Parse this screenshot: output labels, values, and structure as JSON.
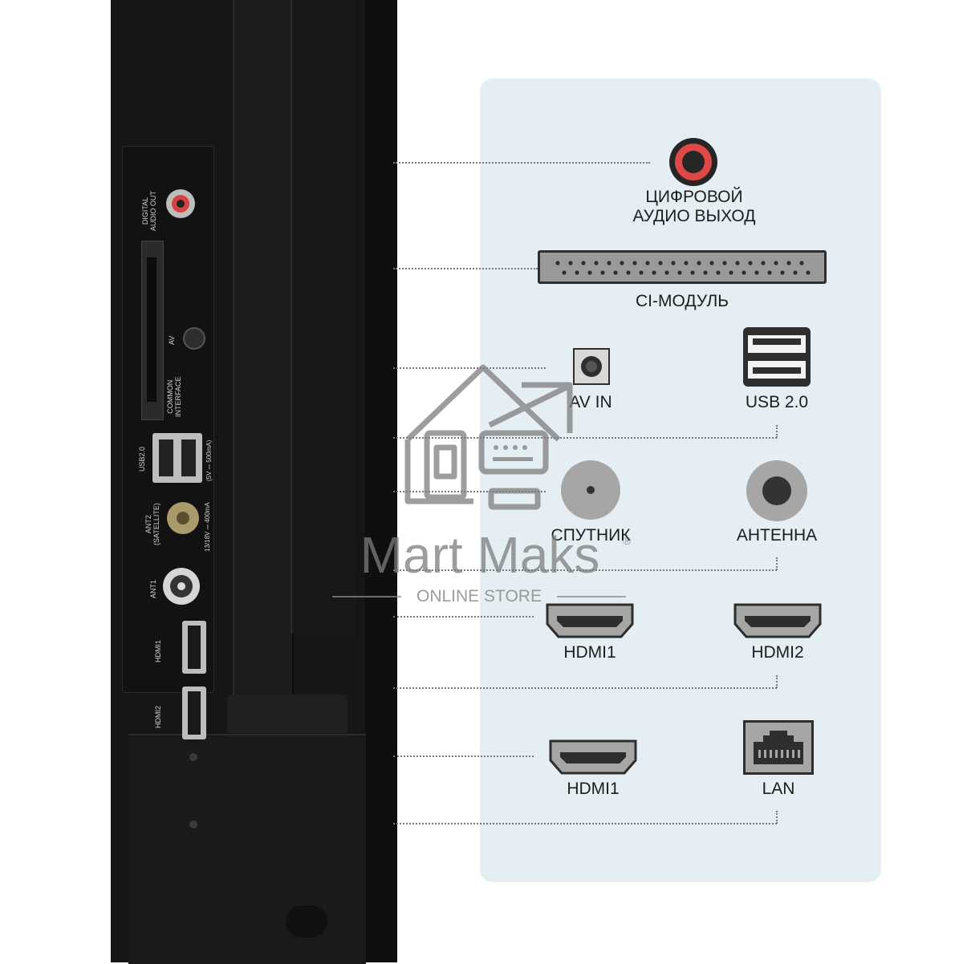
{
  "tv_panel_labels": {
    "digital_audio_out": "DIGITAL\nAUDIO OUT",
    "av": "AV",
    "common_interface": "COMMON\nINTERFACE",
    "usb": "USB2.0",
    "usb_spec": "(5V ⎓ 500mA)",
    "ant2": "ANT2\n(SATELLITE)",
    "ant2_spec": "13/18V ⎓ 400mA",
    "ant1": "ANT1",
    "hdmi1": "HDMI1",
    "hdmi2": "HDMI2"
  },
  "connectors": {
    "digital_audio": "ЦИФРОВОЙ\nАУДИО ВЫХОД",
    "ci_module": "CI-МОДУЛЬ",
    "av_in": "AV IN",
    "usb": "USB 2.0",
    "satellite": "СПУТНИК",
    "antenna": "АНТЕННА",
    "hdmi1_a": "HDMI1",
    "hdmi2": "HDMI2",
    "hdmi1_b": "HDMI1",
    "lan": "LAN"
  },
  "watermark": {
    "brand": "Mart Maks",
    "registered": "®",
    "tagline": "ONLINE STORE"
  },
  "colors": {
    "panel_bg": "#e5eff3",
    "tv_body": "#161616",
    "audio_ring": "#e04848"
  }
}
